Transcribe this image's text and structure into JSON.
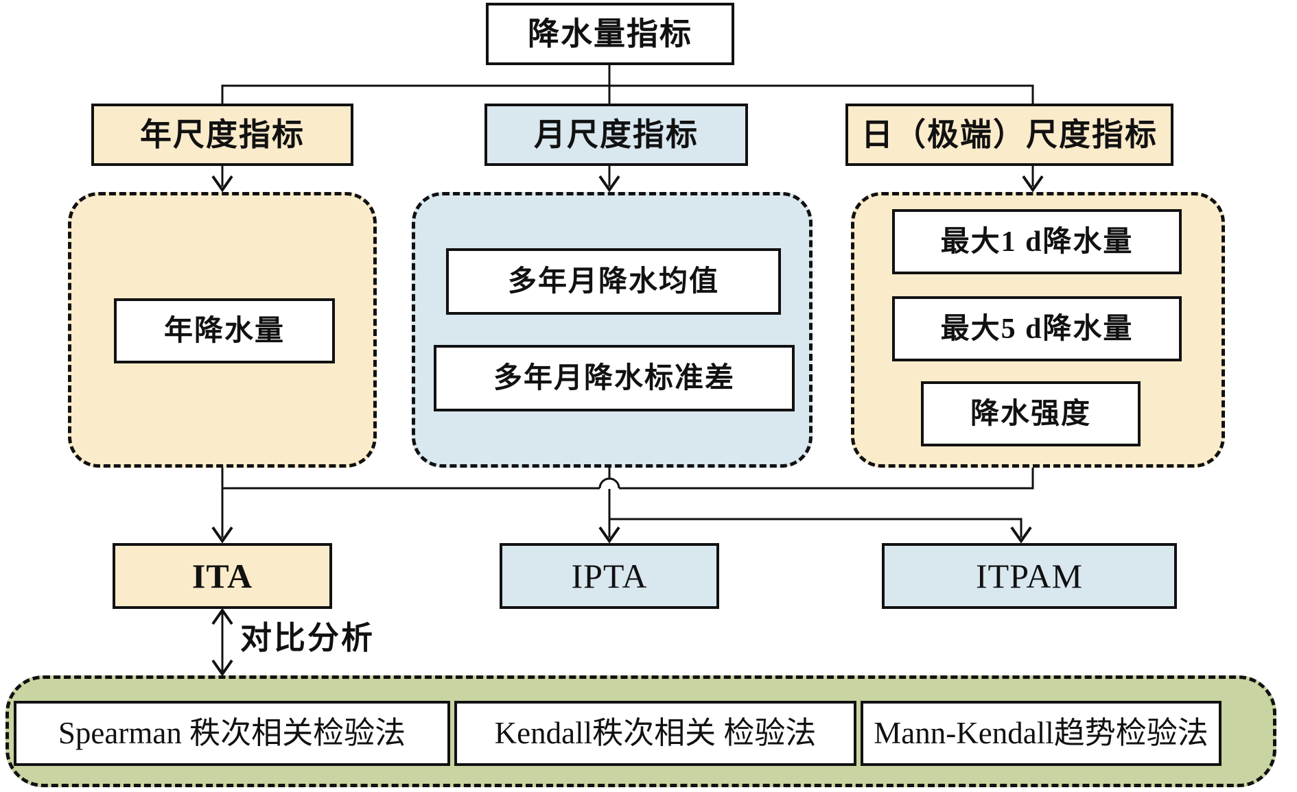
{
  "colors": {
    "yellow": "#FAEBCA",
    "blue": "#D9E7EF",
    "green": "#C8D4A1",
    "line": "#111111",
    "boxbg": "#FFFFFF",
    "pagebg": "#FFFFFF"
  },
  "flowchart": {
    "root": "降水量指标",
    "scales": {
      "annual": "年尺度指标",
      "monthly": "月尺度指标",
      "daily": "日（极端）尺度指标"
    },
    "indicators": {
      "annual_precipitation": "年降水量",
      "monthly_mean": "多年月降水均值",
      "monthly_std": "多年月降水标准差",
      "max_1d": "最大1 d降水量",
      "max_5d": "最大5 d降水量",
      "intensity": "降水强度"
    },
    "methods": {
      "ita": "ITA",
      "ipta": "IPTA",
      "itpam": "ITPAM"
    },
    "comparison_label": "对比分析",
    "tests": {
      "spearman": "Spearman 秩次相关检验法",
      "kendall": "Kendall秩次相关 检验法",
      "mann_kendall": "Mann-Kendall趋势检验法"
    }
  }
}
